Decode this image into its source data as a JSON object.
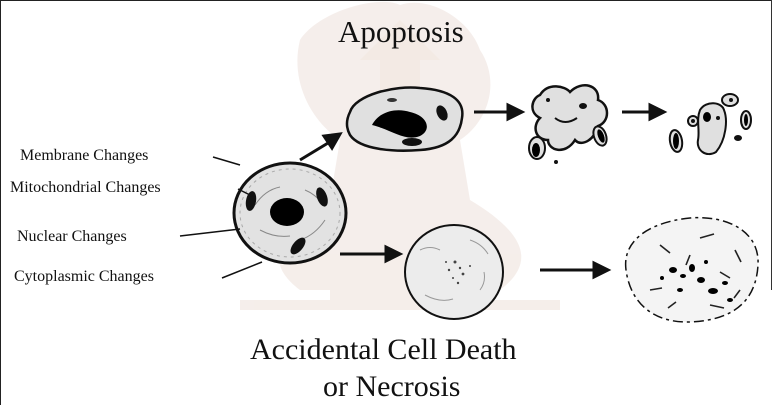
{
  "diagram": {
    "top_title": "Apoptosis",
    "bottom_title_line1": "Accidental Cell Death",
    "bottom_title_line2": "or Necrosis",
    "labels": [
      "Membrane Changes",
      "Mitochondrial Changes",
      "Nuclear Changes",
      "Cytoplasmic Changes"
    ],
    "colors": {
      "ink": "#111111",
      "cell_fill": "#e4e4e4",
      "watermark": "#e9d9d2"
    }
  }
}
